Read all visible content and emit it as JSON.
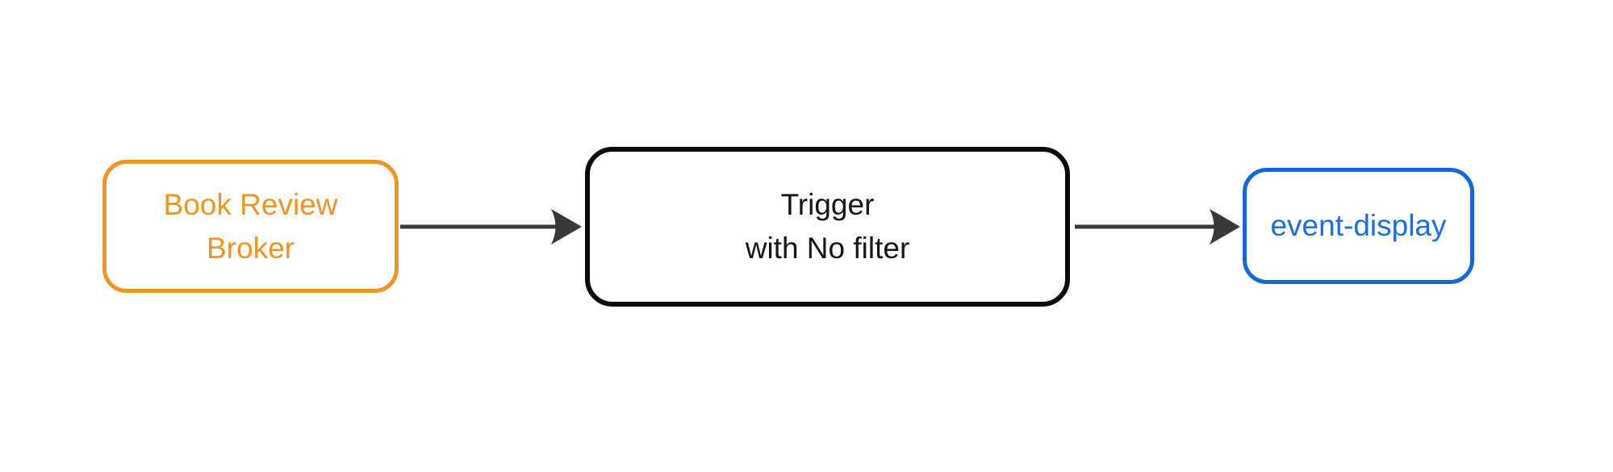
{
  "diagram": {
    "background": "#ffffff",
    "nodes": [
      {
        "id": "book-review-broker",
        "label": "Book Review\nBroker",
        "border_color": "#F39422",
        "text_color": "#F39422"
      },
      {
        "id": "trigger-with-no-filter",
        "label": "Trigger\nwith No filter",
        "border_color": "#0a0a0a",
        "text_color": "#161616"
      },
      {
        "id": "event-display",
        "label": "event-display",
        "border_color": "#1568D3",
        "text_color": "#1B6FDE"
      }
    ],
    "edges": [
      {
        "from": "book-review-broker",
        "to": "trigger-with-no-filter",
        "color": "#383838"
      },
      {
        "from": "trigger-with-no-filter",
        "to": "event-display",
        "color": "#383838"
      }
    ]
  }
}
